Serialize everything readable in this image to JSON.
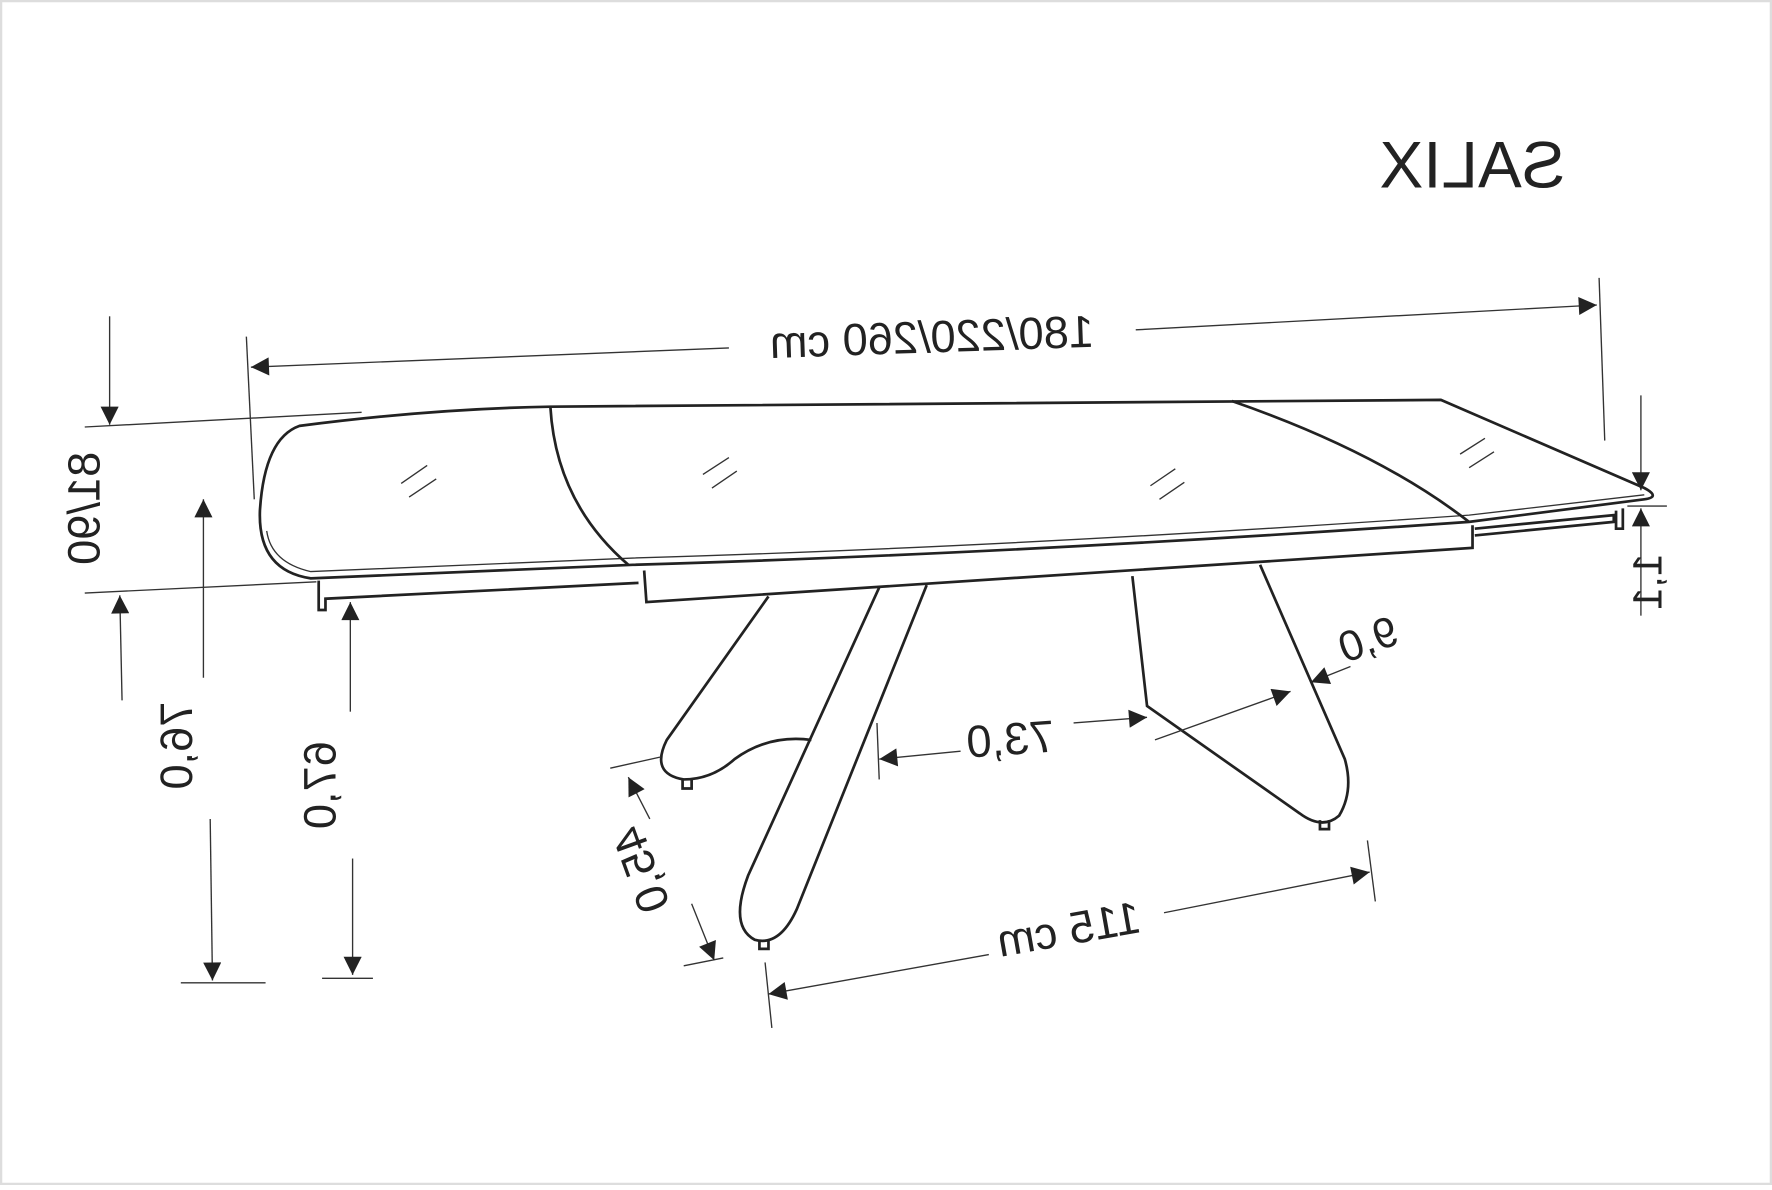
{
  "title": "SALIX",
  "dimensions": {
    "length": "180/220/260 cm",
    "top_height": "81/90",
    "total_height": "76,0",
    "apron_height": "67,0",
    "leg_foot": "45,0",
    "leg_gap": "73,0",
    "leg_width": "9,0",
    "leg_span": "115 cm",
    "top_thickness": "1,1"
  },
  "colors": {
    "line": "#222222",
    "background": "#ffffff"
  }
}
